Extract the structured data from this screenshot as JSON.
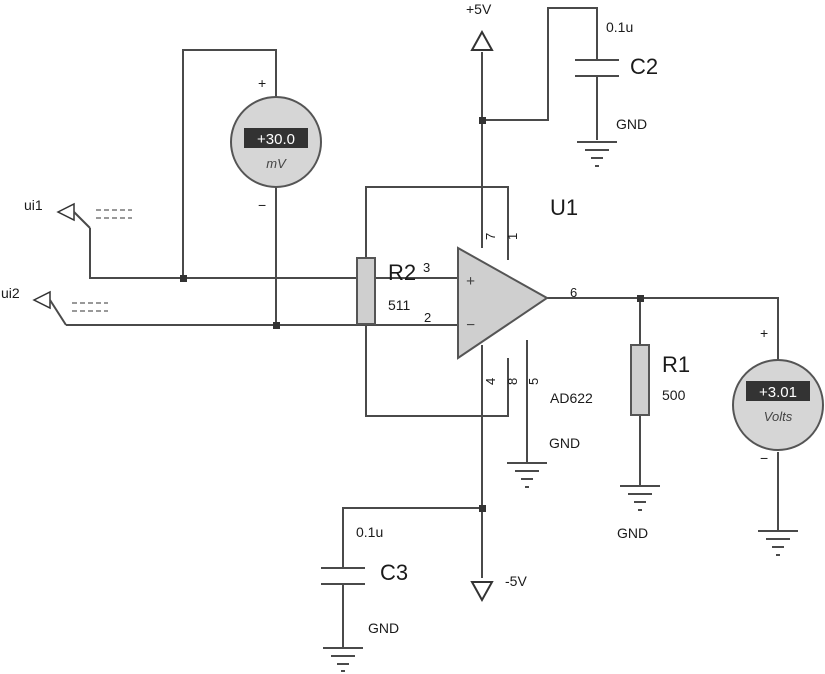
{
  "power": {
    "pos_label": "+5V",
    "neg_label": "-5V"
  },
  "opamp": {
    "ref": "U1",
    "part": "AD622",
    "pins": {
      "p1": "1",
      "p2": "2",
      "p3": "3",
      "p4": "4",
      "p5": "5",
      "p6": "6",
      "p7": "7",
      "p8": "8"
    }
  },
  "inputs": {
    "ui1": "ui1",
    "ui2": "ui2"
  },
  "r2": {
    "ref": "R2",
    "value": "511"
  },
  "r1": {
    "ref": "R1",
    "value": "500"
  },
  "c2": {
    "ref": "C2",
    "value": "0.1u",
    "gnd": "GND"
  },
  "c3": {
    "ref": "C3",
    "value": "0.1u",
    "gnd": "GND"
  },
  "gnd_labels": {
    "pin5": "GND",
    "r1": "GND"
  },
  "meter_in": {
    "reading": "+30.0",
    "unit": "mV",
    "plus": "+",
    "minus": "−"
  },
  "meter_out": {
    "reading": "+3.01",
    "unit": "Volts",
    "plus": "+",
    "minus": "−"
  },
  "opamp_signs": {
    "plus": "+",
    "minus": "−"
  }
}
